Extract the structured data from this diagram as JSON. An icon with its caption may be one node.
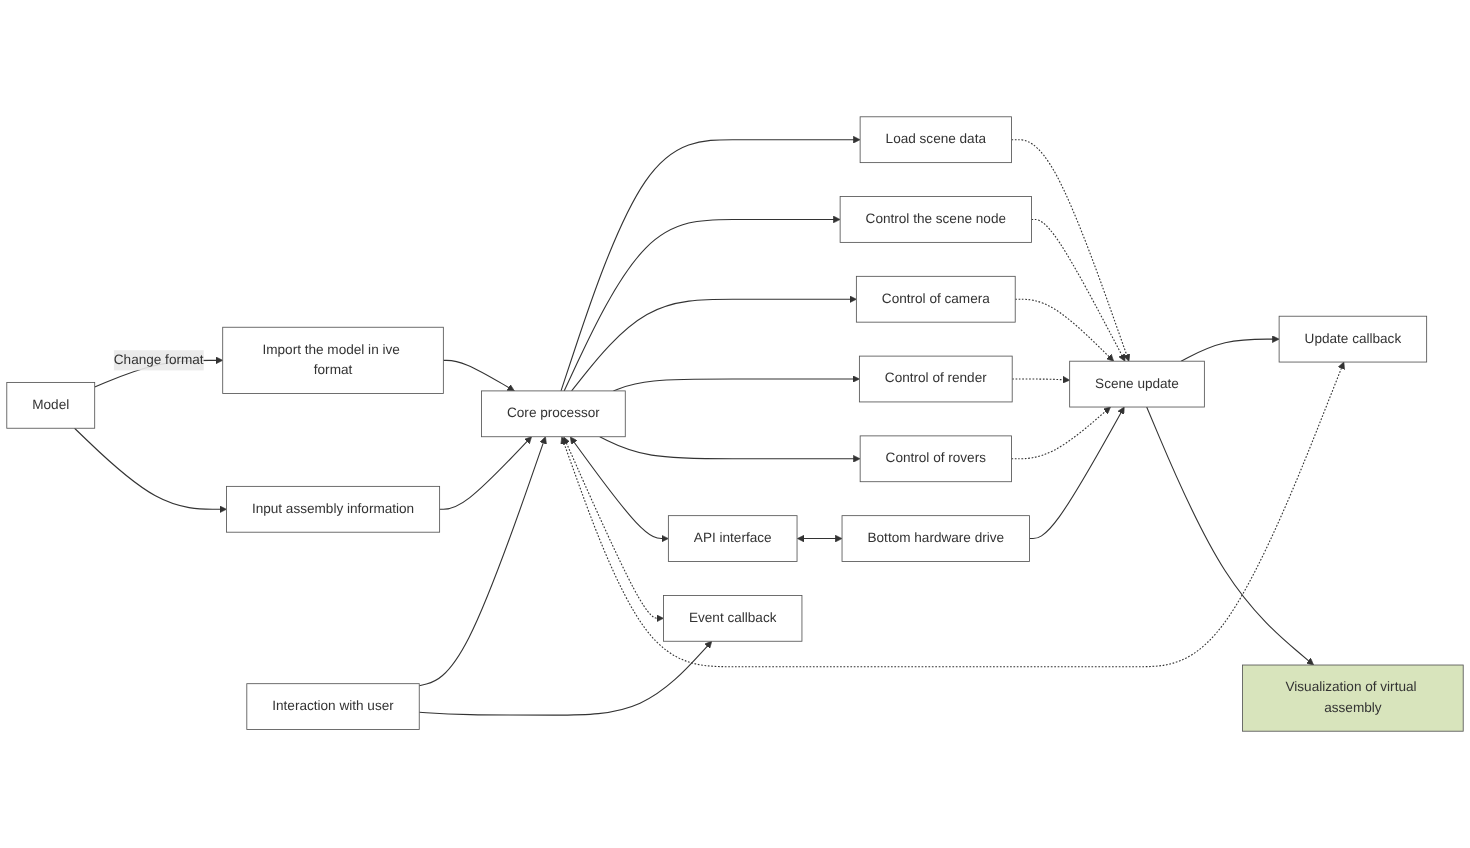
{
  "diagram": {
    "nodes": [
      {
        "text": [
          "Model"
        ]
      },
      {
        "text": [
          "Import the model in ive format"
        ]
      },
      {
        "text": [
          "Load scene data"
        ]
      },
      {
        "text": [
          "Control the scene node"
        ]
      },
      {
        "text": [
          "Input assembly information"
        ]
      },
      {
        "text": [
          "Control of camera"
        ]
      },
      {
        "text": [
          "Core processor"
        ]
      },
      {
        "text": [
          "Visualization of virtual assembly"
        ]
      },
      {
        "text": [
          "Control of render"
        ]
      },
      {
        "text": [
          "Interaction with user"
        ]
      },
      {
        "text": [
          "API interface"
        ]
      },
      {
        "text": [
          "Control of rovers"
        ]
      },
      {
        "text": [
          "Event callback"
        ]
      },
      {
        "text": [
          "Update callback"
        ]
      },
      {
        "text": [
          "Bottom hardware drive"
        ]
      },
      {
        "text": [
          "Scene update"
        ]
      }
    ],
    "edges": [
      {
        "from": 0,
        "to": 1,
        "arrow": "to",
        "label": "Change format"
      },
      {
        "from": 0,
        "to": 4,
        "arrow": "to"
      },
      {
        "from": 1,
        "to": 6,
        "arrow": "to"
      },
      {
        "from": 4,
        "to": 6,
        "arrow": "to"
      },
      {
        "from": 9,
        "to": 6,
        "arrow": "to"
      },
      {
        "from": 6,
        "to": 2,
        "arrow": "to"
      },
      {
        "from": 6,
        "to": 3,
        "arrow": "to"
      },
      {
        "from": 6,
        "to": 5,
        "arrow": "to"
      },
      {
        "from": 6,
        "to": 8,
        "arrow": "to"
      },
      {
        "from": 6,
        "to": 11,
        "arrow": "to"
      },
      {
        "from": 2,
        "to": 15,
        "arrow": "to",
        "style": "dashed"
      },
      {
        "from": 3,
        "to": 15,
        "arrow": "to",
        "style": "dashed"
      },
      {
        "from": 5,
        "to": 15,
        "arrow": "to",
        "style": "dashed"
      },
      {
        "from": 8,
        "to": 15,
        "arrow": "to",
        "style": "dashed"
      },
      {
        "from": 11,
        "to": 15,
        "arrow": "to",
        "style": "dashed"
      },
      {
        "from": 6,
        "to": 10,
        "arrow": "both"
      },
      {
        "from": 10,
        "to": 14,
        "arrow": "both"
      },
      {
        "from": 9,
        "to": 12,
        "arrow": "to"
      },
      {
        "from": 6,
        "to": 12,
        "arrow": "both",
        "style": "dashed"
      },
      {
        "from": 6,
        "to": 13,
        "arrow": "both",
        "style": "dashed"
      },
      {
        "from": 15,
        "to": 13,
        "arrow": "to"
      },
      {
        "from": 14,
        "to": 15,
        "arrow": "to"
      },
      {
        "from": 15,
        "to": 7,
        "arrow": "to"
      }
    ]
  }
}
